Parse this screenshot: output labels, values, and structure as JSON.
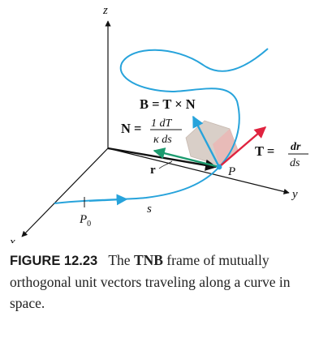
{
  "diagram": {
    "axes": {
      "z": "z",
      "y": "y",
      "x": "x"
    },
    "labels": {
      "b_eq": "B = T × N",
      "n_lhs": "N =",
      "n_num": "1 dT",
      "n_den": "κ ds",
      "t_lhs": "T =",
      "t_num": "dr",
      "t_den": "ds",
      "r": "r",
      "p": "P",
      "s": "s",
      "p0": "P",
      "p0_sub": "0"
    },
    "colors": {
      "curve": "#27a3db",
      "binormal": "#27a3db",
      "normal": "#1c9a6e",
      "tangent": "#e0233f",
      "position": "#111111",
      "cube": "#d9cfc8"
    }
  },
  "caption": {
    "fig_label": "FIGURE 12.23",
    "pre": "The ",
    "bold": "TNB",
    "post": " frame of mutually orthogonal unit vectors traveling along a curve in space."
  }
}
